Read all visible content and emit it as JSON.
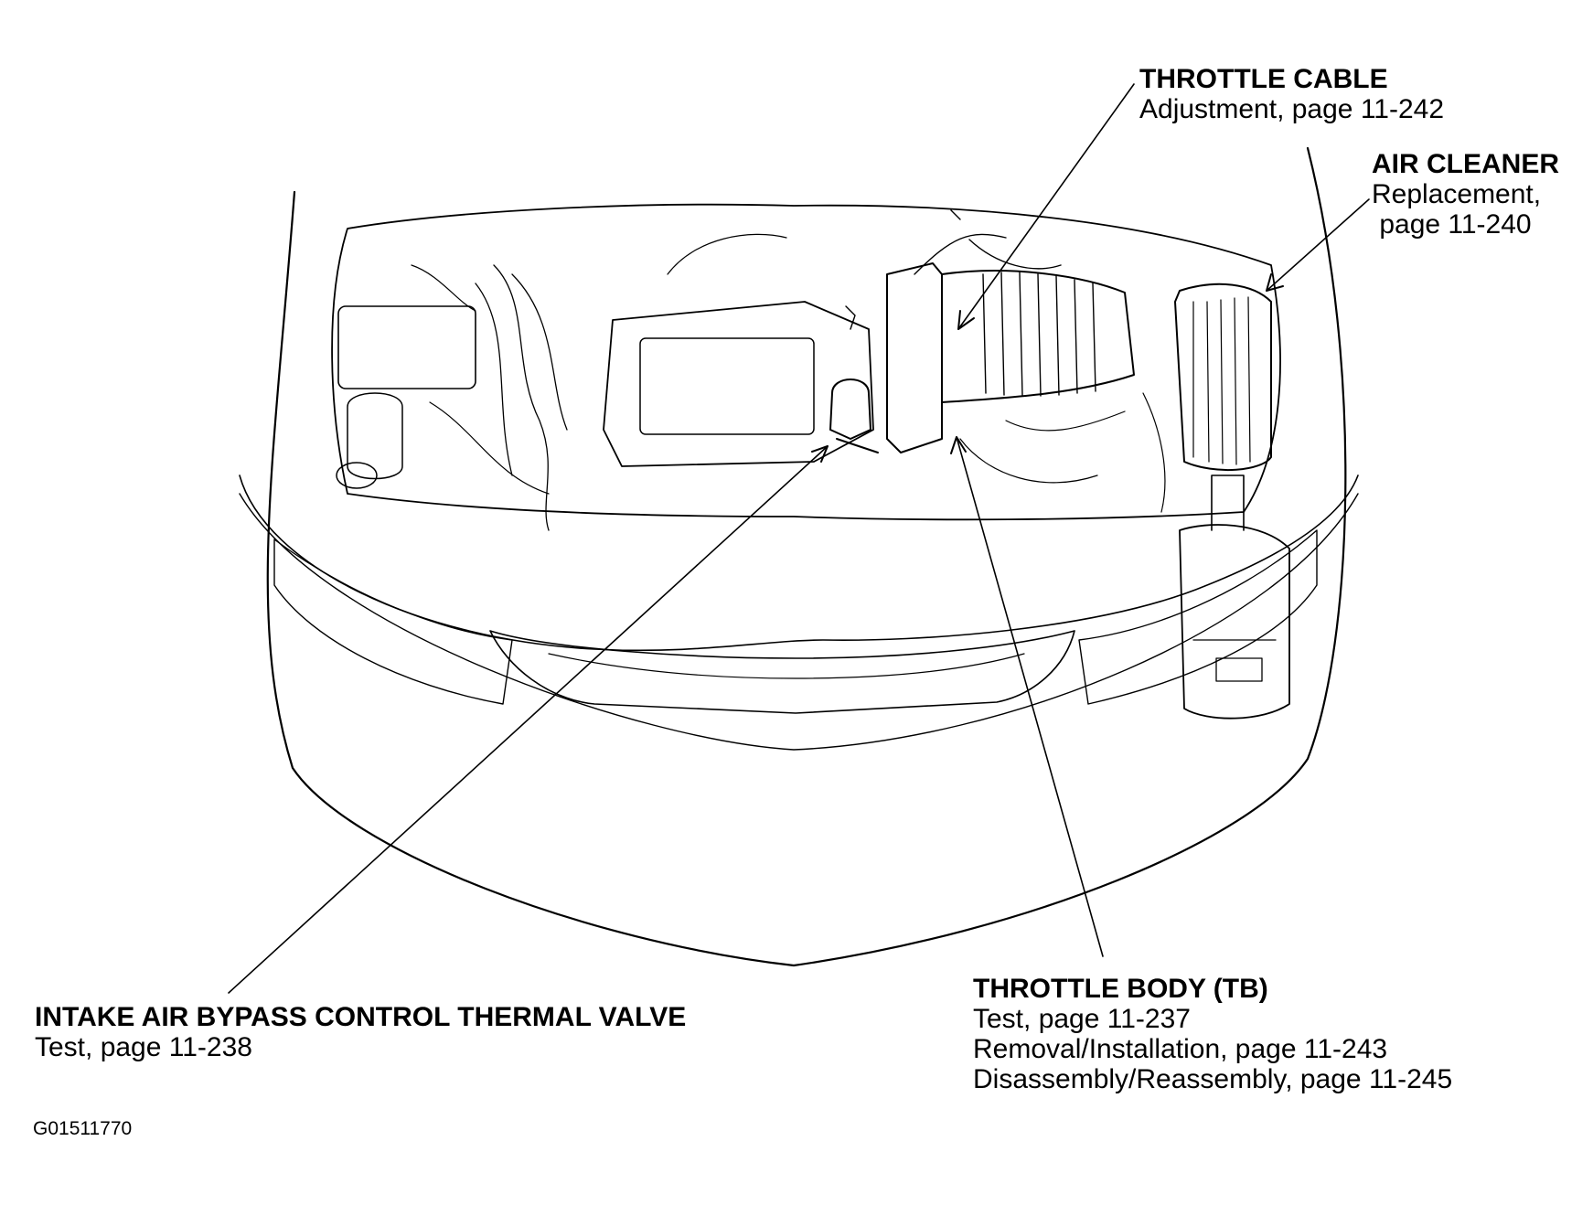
{
  "callouts": {
    "throttle_cable": {
      "title": "THROTTLE CABLE",
      "lines": [
        "Adjustment, page 11-242"
      ]
    },
    "air_cleaner": {
      "title": "AIR CLEANER",
      "lines": [
        "Replacement,",
        " page 11-240"
      ]
    },
    "thermal_valve": {
      "title": "INTAKE AIR BYPASS CONTROL THERMAL VALVE",
      "lines": [
        "Test, page 11-238"
      ]
    },
    "throttle_body": {
      "title": "THROTTLE BODY (TB)",
      "lines": [
        "Test, page 11-237",
        "Removal/Installation, page 11-243",
        "Disassembly/Reassembly, page 11-245"
      ]
    }
  },
  "figure_id": "G01511770",
  "colors": {
    "line": "#000000",
    "background": "#ffffff"
  }
}
